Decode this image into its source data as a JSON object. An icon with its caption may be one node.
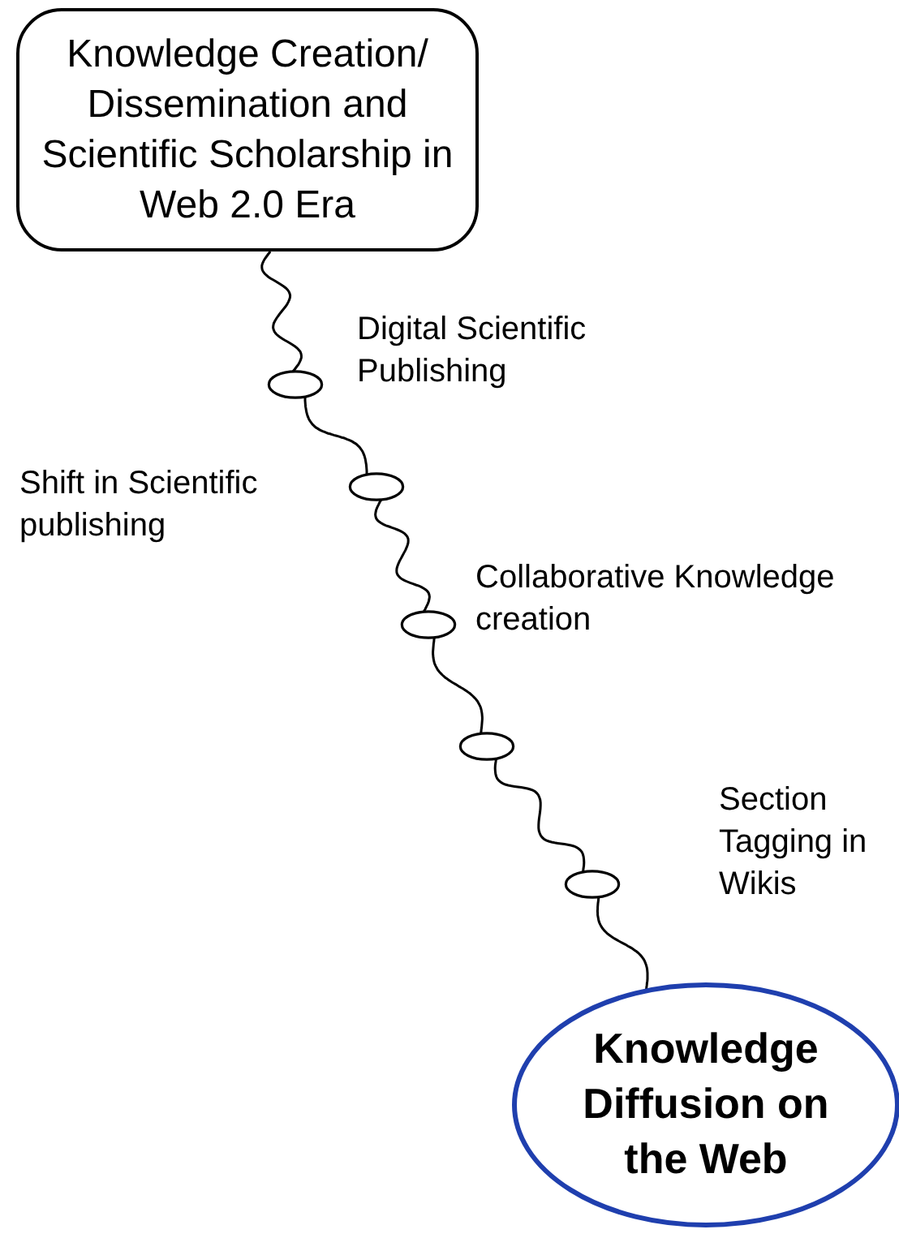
{
  "diagram": {
    "nodes": [
      {
        "text": [
          "Knowledge Creation/ Dissemination and Scientific Scholarship in Web 2.0 Era"
        ]
      },
      {
        "text": [],
        "shape": "ellipse",
        "beside": [
          "Digital Scientific Publishing"
        ]
      },
      {
        "text": [],
        "shape": "ellipse",
        "beside": [
          "Shift in Scientific publishing"
        ]
      },
      {
        "text": [],
        "shape": "ellipse",
        "beside": [
          "Collaborative Knowledge creation"
        ]
      },
      {
        "text": [],
        "shape": "ellipse"
      },
      {
        "text": [],
        "shape": "ellipse",
        "beside": [
          "Section Tagging in Wikis"
        ]
      },
      {
        "text": [
          "Knowledge Diffusion on the Web"
        ]
      }
    ],
    "edges": [
      {
        "from": 0,
        "to": 1,
        "arrow": "none"
      },
      {
        "from": 1,
        "to": 2,
        "arrow": "none"
      },
      {
        "from": 2,
        "to": 3,
        "arrow": "none"
      },
      {
        "from": 3,
        "to": 4,
        "arrow": "none"
      },
      {
        "from": 4,
        "to": 5,
        "arrow": "none"
      },
      {
        "from": 5,
        "to": 6,
        "arrow": "none"
      }
    ]
  }
}
